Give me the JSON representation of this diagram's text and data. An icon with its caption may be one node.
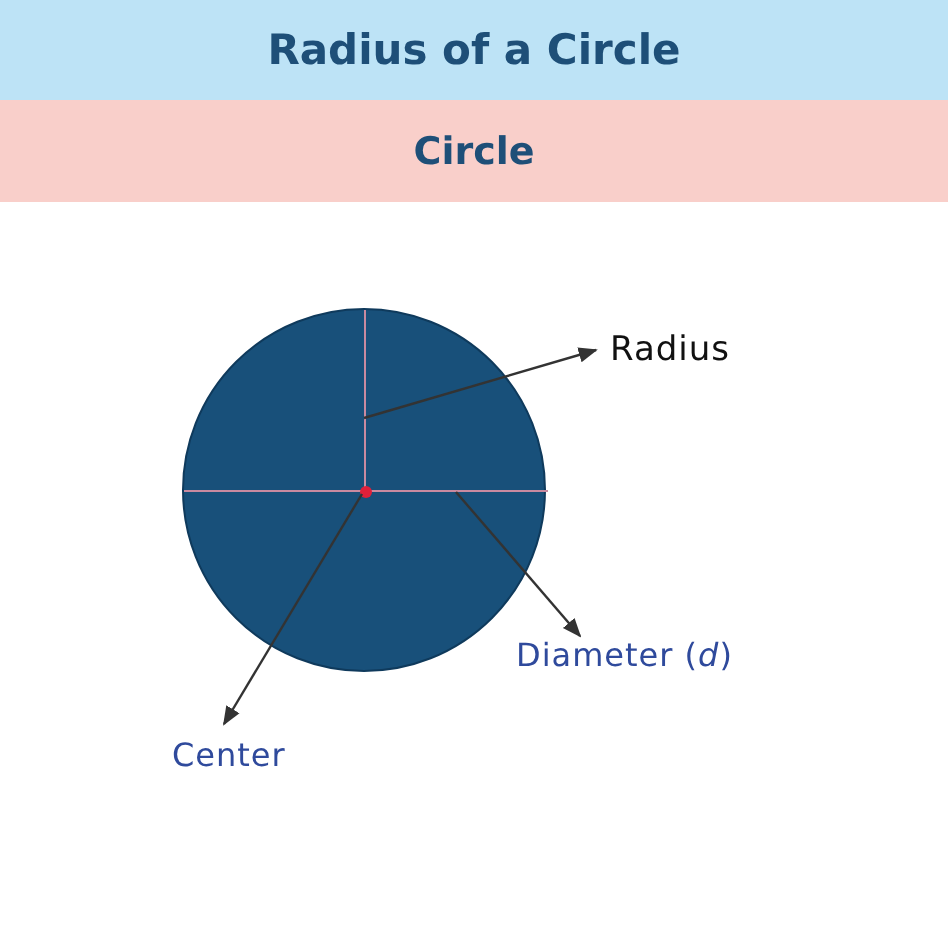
{
  "diagram": {
    "title": "Radius of a Circle",
    "nodes": [
      {
        "text": [
          "Circle"
        ]
      },
      {
        "text": [],
        "shape": "circle"
      },
      {
        "text": [],
        "shape": "line",
        "in": 1
      },
      {
        "text": [],
        "shape": "line",
        "in": 1
      },
      {
        "text": [],
        "shape": "circle",
        "in": 1
      },
      {
        "text": [
          "Radius"
        ]
      },
      {
        "text": [
          "Diameter (*d*)"
        ]
      },
      {
        "text": [
          "Center"
        ]
      }
    ],
    "edges": [
      {
        "from": 2,
        "to": 5,
        "arrow": "to"
      },
      {
        "from": 3,
        "to": 6,
        "arrow": "to"
      },
      {
        "from": 4,
        "to": 7,
        "arrow": "to"
      }
    ]
  }
}
